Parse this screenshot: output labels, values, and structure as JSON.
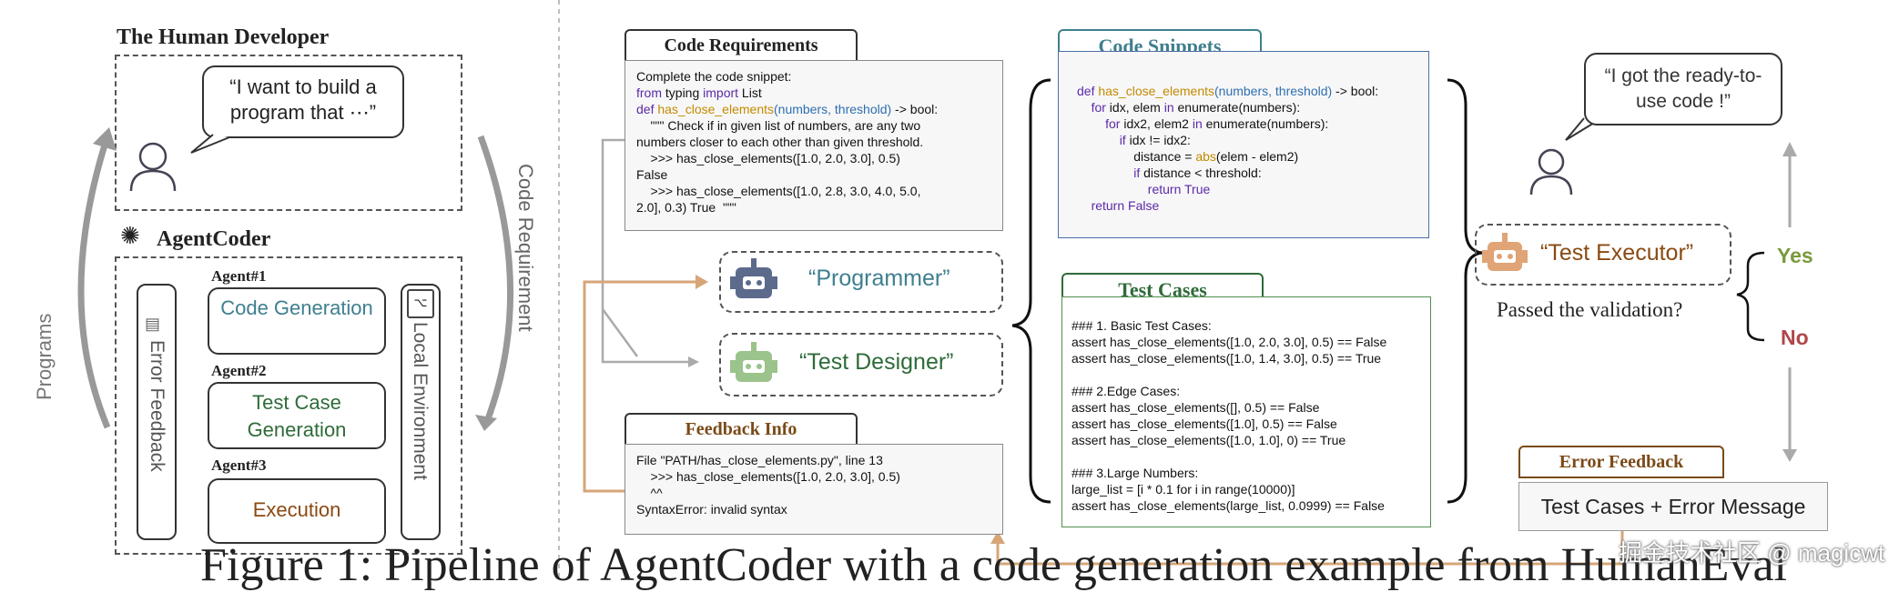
{
  "left": {
    "human_title": "The Human Developer",
    "human_bubble": "“I want to build a program that ⋯”",
    "agentcoder_title": "AgentCoder",
    "programs_label": "Programs",
    "code_requirement_label": "Code Requirement",
    "error_feedback_label": "Error Feedback",
    "local_env_label": "Local Environment",
    "agents": [
      {
        "tag": "Agent#1",
        "label": "Code Generation",
        "color": "#3f7f8f"
      },
      {
        "tag": "Agent#2",
        "label": "Test Case Generation",
        "color": "#2f6b3a"
      },
      {
        "tag": "Agent#3",
        "label": "Execution",
        "color": "#8a4a12"
      }
    ]
  },
  "requirements": {
    "title": "Code Requirements",
    "lines": [
      {
        "parts": [
          {
            "t": "Complete the code snippet:",
            "c": ""
          }
        ]
      },
      {
        "parts": [
          {
            "t": "from",
            "c": "kw"
          },
          {
            "t": " typing ",
            "c": ""
          },
          {
            "t": "import",
            "c": "kw"
          },
          {
            "t": " List",
            "c": ""
          }
        ]
      },
      {
        "parts": [
          {
            "t": "def ",
            "c": "kw"
          },
          {
            "t": "has_close_elements",
            "c": "fn"
          },
          {
            "t": "(numbers, threshold)",
            "c": "pr"
          },
          {
            "t": " -> bool:",
            "c": ""
          }
        ]
      },
      {
        "parts": [
          {
            "t": "    \"\"\" Check if in given list of numbers, are any two",
            "c": ""
          }
        ]
      },
      {
        "parts": [
          {
            "t": "numbers closer to each other than given threshold.",
            "c": ""
          }
        ]
      },
      {
        "parts": [
          {
            "t": "    >>> has_close_elements([1.0, 2.0, 3.0], 0.5)",
            "c": ""
          }
        ]
      },
      {
        "parts": [
          {
            "t": "False",
            "c": ""
          }
        ]
      },
      {
        "parts": [
          {
            "t": "    >>> has_close_elements([1.0, 2.8, 3.0, 4.0, 5.0,",
            "c": ""
          }
        ]
      },
      {
        "parts": [
          {
            "t": "2.0], 0.3) True  \"\"\"",
            "c": ""
          }
        ]
      }
    ]
  },
  "programmer": {
    "label": "“Programmer”",
    "color": "#3f7f8f"
  },
  "test_designer": {
    "label": "“Test Designer”",
    "color": "#2f6b3a"
  },
  "feedback": {
    "title": "Feedback Info",
    "lines": [
      "File \"PATH/has_close_elements.py\", line 13",
      "    >>> has_close_elements([1.0, 2.0, 3.0], 0.5)",
      "    ^^",
      "SyntaxError: invalid syntax"
    ]
  },
  "snippets": {
    "title": "Code Snippets",
    "lines": [
      {
        "parts": [
          {
            "t": "def ",
            "c": "kw"
          },
          {
            "t": "has_close_elements",
            "c": "fn"
          },
          {
            "t": "(numbers, threshold)",
            "c": "pr"
          },
          {
            "t": " -> bool:",
            "c": ""
          }
        ]
      },
      {
        "parts": [
          {
            "t": "    ",
            "c": ""
          },
          {
            "t": "for",
            "c": "kw"
          },
          {
            "t": " idx, elem ",
            "c": ""
          },
          {
            "t": "in",
            "c": "kw"
          },
          {
            "t": " enumerate(numbers):",
            "c": ""
          }
        ]
      },
      {
        "parts": [
          {
            "t": "        ",
            "c": ""
          },
          {
            "t": "for",
            "c": "kw"
          },
          {
            "t": " idx2, elem2 ",
            "c": ""
          },
          {
            "t": "in",
            "c": "kw"
          },
          {
            "t": " enumerate(numbers):",
            "c": ""
          }
        ]
      },
      {
        "parts": [
          {
            "t": "            ",
            "c": ""
          },
          {
            "t": "if",
            "c": "kw"
          },
          {
            "t": " idx != idx2:",
            "c": ""
          }
        ]
      },
      {
        "parts": [
          {
            "t": "                distance = ",
            "c": ""
          },
          {
            "t": "abs",
            "c": "fn"
          },
          {
            "t": "(elem - elem2)",
            "c": ""
          }
        ]
      },
      {
        "parts": [
          {
            "t": "                ",
            "c": ""
          },
          {
            "t": "if",
            "c": "kw"
          },
          {
            "t": " distance < threshold:",
            "c": ""
          }
        ]
      },
      {
        "parts": [
          {
            "t": "                    ",
            "c": ""
          },
          {
            "t": "return True",
            "c": "kw"
          }
        ]
      },
      {
        "parts": [
          {
            "t": "    ",
            "c": ""
          },
          {
            "t": "return False",
            "c": "kw"
          }
        ]
      }
    ]
  },
  "tests": {
    "title": "Test Cases",
    "lines": [
      "### 1. Basic Test Cases:",
      "assert has_close_elements([1.0, 2.0, 3.0], 0.5) == False",
      "assert has_close_elements([1.0, 1.4, 3.0], 0.5) == True",
      "",
      "### 2.Edge Cases:",
      "assert has_close_elements([], 0.5) == False",
      "assert has_close_elements([1.0], 0.5) == False",
      "assert has_close_elements([1.0, 1.0], 0) == True",
      "",
      "### 3.Large Numbers:",
      "large_list = [i * 0.1 for i in range(10000)]",
      "assert has_close_elements(large_list, 0.0999) == False"
    ]
  },
  "right": {
    "bubble": "“I got the ready-to-use code !”",
    "executor": "“Test Executor”",
    "question": "Passed the validation?",
    "yes": "Yes",
    "no": "No",
    "error_title": "Error Feedback",
    "error_body": "Test Cases + Error Message"
  },
  "caption": "Figure 1: Pipeline of AgentCoder with a code generation example from HumanEval",
  "watermark": "掘金技术社区 @ magicwt"
}
